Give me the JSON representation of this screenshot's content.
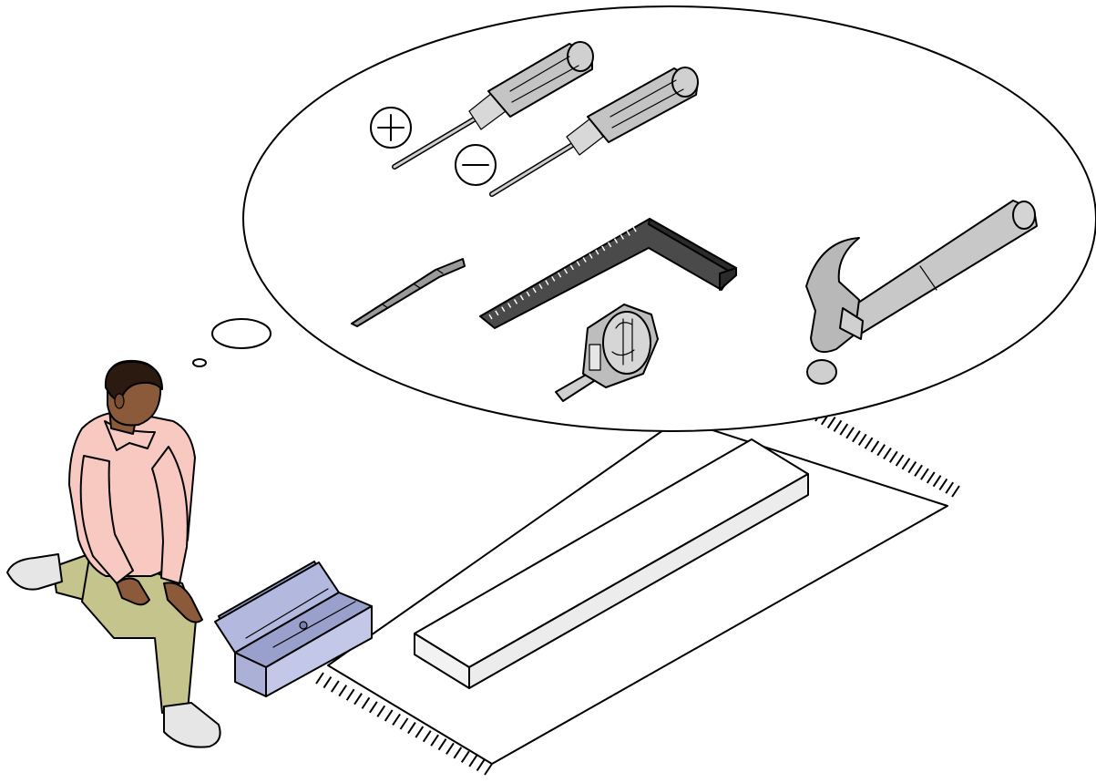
{
  "illustration": {
    "subject": "person-kneeling-beside-toolbox-and-board",
    "thought_bubble_tools": [
      "phillips-screwdriver",
      "flathead-screwdriver",
      "pencil",
      "carpenter-square",
      "tape-measure",
      "claw-hammer"
    ],
    "symbols": {
      "plus": "+",
      "minus": "−"
    }
  },
  "colors": {
    "line": "#000000",
    "background": "#ffffff",
    "shirt": "#f7c9c0",
    "pants": "#c5c48d",
    "skin": "#8a5a3a",
    "hair": "#2a1a10",
    "toolbox": "#aab0d6",
    "tool_metal": "#bdbdbd",
    "square_dark": "#3a3a3a",
    "board": "#ffffff"
  }
}
